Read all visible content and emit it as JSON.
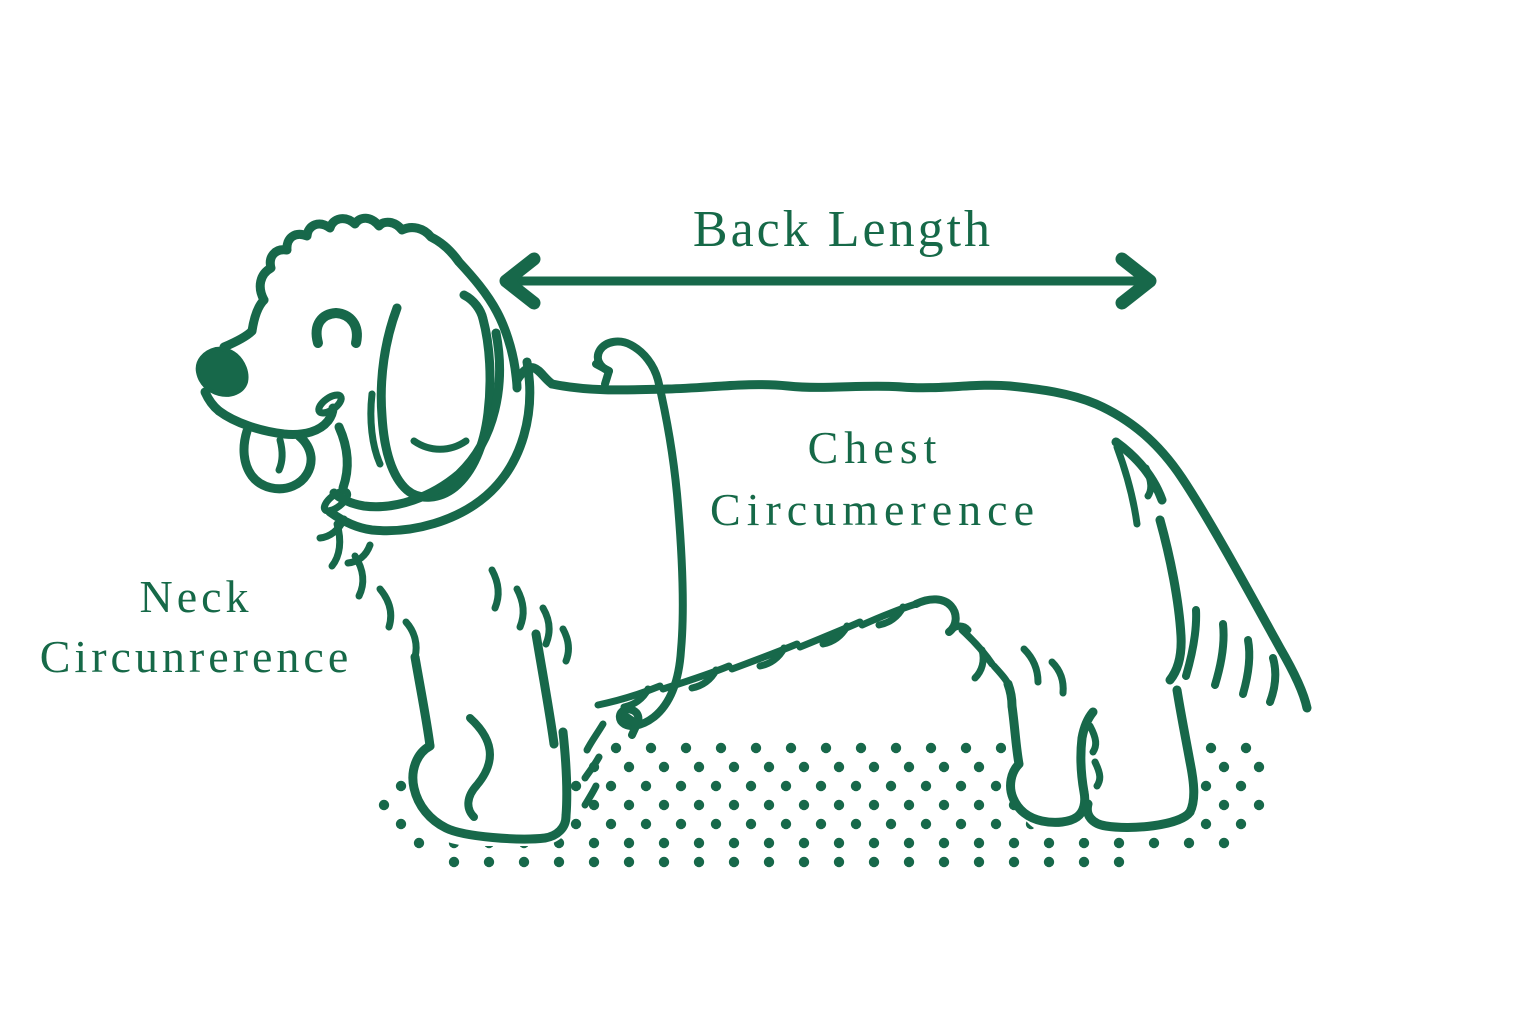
{
  "colors": {
    "line": "#17684a",
    "text": "#166948",
    "dots": "#17684a",
    "background": "#ffffff"
  },
  "labels": {
    "back_length": "Back Length",
    "chest_line1": "Chest",
    "chest_line2": "Circumerence",
    "neck_line1": "Neck",
    "neck_line2": "Circunrerence"
  },
  "icons": {
    "back_length_arrow": "double-headed-arrow",
    "chest_loop": "curled-measuring-loop-arrow",
    "ground": "dot-grid-pattern"
  }
}
